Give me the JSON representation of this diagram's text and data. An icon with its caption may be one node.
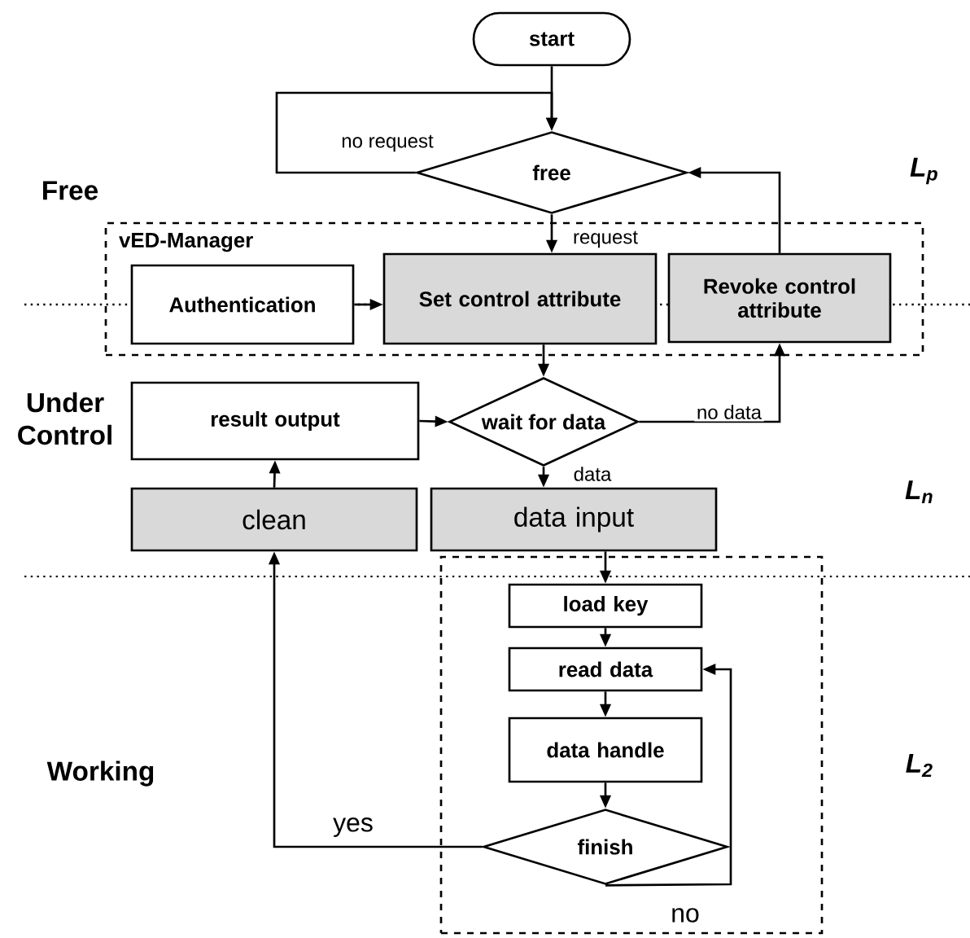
{
  "diagram": {
    "nodes": [
      {
        "text": [
          "start"
        ]
      },
      {
        "text": [
          "free"
        ]
      },
      {
        "text": [
          "vED-Manager"
        ]
      },
      {
        "text": [
          "Authentication"
        ],
        "in": 2
      },
      {
        "text": [
          "Set control attribute"
        ],
        "in": 2
      },
      {
        "text": [
          "Revoke control attribute"
        ],
        "in": 2
      },
      {
        "text": [
          "result output"
        ]
      },
      {
        "text": [
          "wait for data"
        ]
      },
      {
        "text": [
          "clean"
        ]
      },
      {
        "text": [
          "data input"
        ]
      },
      {
        "text": [],
        "shape": "box"
      },
      {
        "text": [
          "load key"
        ],
        "in": 10
      },
      {
        "text": [
          "read data"
        ],
        "in": 10
      },
      {
        "text": [
          "data handle"
        ],
        "in": 10
      },
      {
        "text": [
          "finish"
        ],
        "in": 10
      }
    ],
    "edges": [
      {
        "from": 0,
        "to": 1,
        "arrow": "to"
      },
      {
        "from": 1,
        "to": 1,
        "arrow": "to",
        "label": "no request"
      },
      {
        "from": 1,
        "to": 4,
        "arrow": "to",
        "label": "request"
      },
      {
        "from": 3,
        "to": 4,
        "arrow": "to"
      },
      {
        "from": 5,
        "to": 1,
        "arrow": "to"
      },
      {
        "from": 4,
        "to": 7,
        "arrow": "to"
      },
      {
        "from": 7,
        "to": 5,
        "arrow": "to",
        "label": "no data"
      },
      {
        "from": 7,
        "to": 9,
        "arrow": "to",
        "label": "data"
      },
      {
        "from": 6,
        "to": 7,
        "arrow": "to"
      },
      {
        "from": 8,
        "to": 6,
        "arrow": "to"
      },
      {
        "from": 9,
        "to": 11,
        "arrow": "to"
      },
      {
        "from": 11,
        "to": 12,
        "arrow": "to"
      },
      {
        "from": 12,
        "to": 13,
        "arrow": "to"
      },
      {
        "from": 13,
        "to": 14,
        "arrow": "to"
      },
      {
        "from": 14,
        "to": 12,
        "arrow": "to",
        "label": "no"
      },
      {
        "from": 14,
        "to": 8,
        "arrow": "to",
        "label": "yes"
      }
    ],
    "labels": [
      "Free",
      "L$_{p}$",
      "Under Control",
      "L$_{n}$",
      "Working",
      "L$_{2}$"
    ]
  }
}
